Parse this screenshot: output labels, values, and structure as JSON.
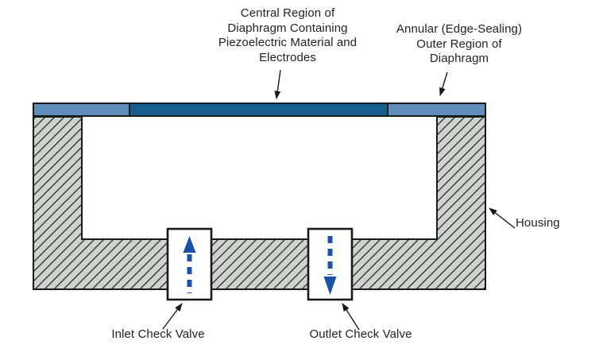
{
  "figure": {
    "subject": "Piezoelectric diaphragm micropump cross-section schematic"
  },
  "labels": {
    "central_region": {
      "lines": [
        "Central Region of",
        "Diaphragm Containing",
        "Piezoelectric Material and",
        "Electrodes"
      ]
    },
    "annular_region": {
      "lines": [
        "Annular (Edge-Sealing)",
        "Outer Region of",
        "Diaphragm"
      ]
    },
    "housing": "Housing",
    "inlet_valve": "Inlet Check Valve",
    "outlet_valve": "Outlet Check Valve"
  },
  "colors": {
    "diaphragm_center": "#155f8f",
    "diaphragm_outer": "#5f8ebd",
    "housing_fill": "#cdd4ce",
    "hatch_line": "#262626",
    "flow_arrow": "#1c52a5",
    "valve_fill": "#ffffff",
    "outline": "#1a1a1a",
    "text": "#231f20"
  }
}
